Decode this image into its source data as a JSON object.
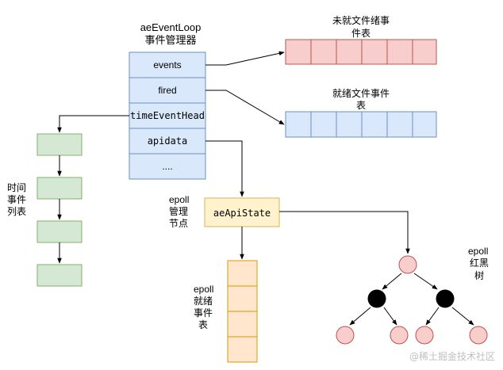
{
  "title": {
    "line1": "aeEventLoop",
    "line2": "事件管理器"
  },
  "event_loop_fields": [
    "events",
    "fired",
    "timeEventHead",
    "apidata",
    "...."
  ],
  "unready_table_label": {
    "line1": "未就文件绪事",
    "line2": "件表"
  },
  "ready_table_label": {
    "line1": "就绪文件事件",
    "line2": "表"
  },
  "time_events_label": {
    "line1": "时间",
    "line2": "事件",
    "line3": "列表"
  },
  "epoll_manager_label": {
    "line1": "epoll",
    "line2": "管理",
    "line3": "节点"
  },
  "ae_api_state": "aeApiState",
  "epoll_ready_label": {
    "line1": "epoll",
    "line2": "就绪",
    "line3": "事件",
    "line4": "表"
  },
  "rbtree_label": {
    "line1": "epoll",
    "line2": "红黑",
    "line3": "树"
  },
  "watermark": "@稀土掘金技术社区",
  "colors": {
    "blue_fill": "#dae8fc",
    "blue_stroke": "#6c8ebf",
    "red_fill": "#f8cecc",
    "red_stroke": "#b85450",
    "green_fill": "#d5e8d4",
    "green_stroke": "#82b366",
    "orange_fill": "#ffe6cc",
    "orange_stroke": "#d79b00",
    "yellow_fill": "#fff2cc",
    "yellow_stroke": "#d6b656",
    "black_node": "#000000"
  }
}
